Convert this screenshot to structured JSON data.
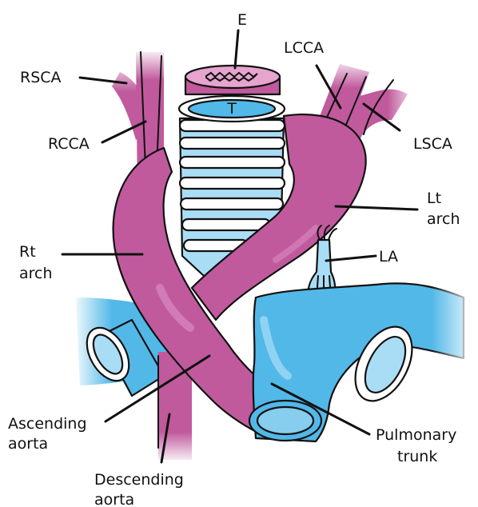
{
  "colors": {
    "aorta": "#c05a9d",
    "aorta_highlight": "#d98ac0",
    "pulmonary": "#52b8e8",
    "pulmonary_light": "#a9ddf5",
    "trachea_ring": "#ffffff",
    "trachea_gap": "#a9ddf5",
    "outline": "#111111"
  },
  "labels": {
    "esophagus": "E",
    "trachea": "T",
    "rsca": "RSCA",
    "rcca": "RCCA",
    "lcca": "LCCA",
    "lsca": "LSCA",
    "lt_arch_1": "Lt",
    "lt_arch_2": "arch",
    "rt_arch_1": "Rt",
    "rt_arch_2": "arch",
    "la": "LA",
    "ascending_1": "Ascending",
    "ascending_2": "aorta",
    "pulmonary_1": "Pulmonary",
    "pulmonary_2": "trunk",
    "descending_1": "Descending",
    "descending_2": "aorta"
  }
}
